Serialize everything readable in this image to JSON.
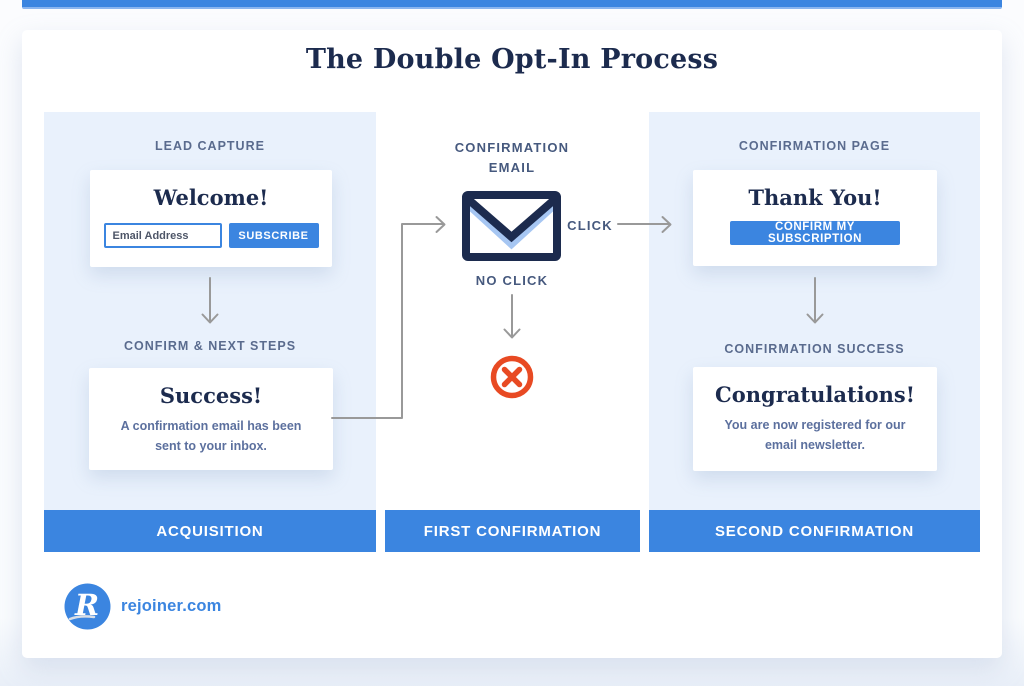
{
  "title": "The Double Opt-In Process",
  "colors": {
    "primary_blue": "#3b85e0",
    "navy": "#1c2b4e",
    "panel_blue": "#e9f1fc",
    "label_blue_gray": "#5a6b8e",
    "body_text_blue_gray": "#5c709e",
    "arrow_gray": "#999999",
    "error_red": "#e84a23"
  },
  "icons": {
    "envelope": "email-envelope-icon",
    "no_click_result": "cancel-x-icon",
    "brand_logo": "rejoiner-logo"
  },
  "columns": {
    "acquisition": {
      "footer_label": "ACQUISITION",
      "step1_label": "LEAD CAPTURE",
      "welcome_card": {
        "title": "Welcome!",
        "email_placeholder": "Email Address",
        "subscribe_button": "SUBSCRIBE"
      },
      "step2_label": "CONFIRM & NEXT STEPS",
      "success_card": {
        "title": "Success!",
        "body": "A confirmation email has been sent to your inbox."
      }
    },
    "first_confirmation": {
      "footer_label": "FIRST CONFIRMATION",
      "step_label": "CONFIRMATION EMAIL",
      "click_label": "CLICK",
      "no_click_label": "NO CLICK"
    },
    "second_confirmation": {
      "footer_label": "SECOND CONFIRMATION",
      "step1_label": "CONFIRMATION PAGE",
      "thank_you_card": {
        "title": "Thank You!",
        "confirm_button": "CONFIRM MY SUBSCRIPTION"
      },
      "step2_label": "CONFIRMATION SUCCESS",
      "congrats_card": {
        "title": "Congratulations!",
        "body": "You are now registered for our email newsletter."
      }
    }
  },
  "brand": {
    "logo_letter": "R",
    "site": "rejoiner.com"
  }
}
